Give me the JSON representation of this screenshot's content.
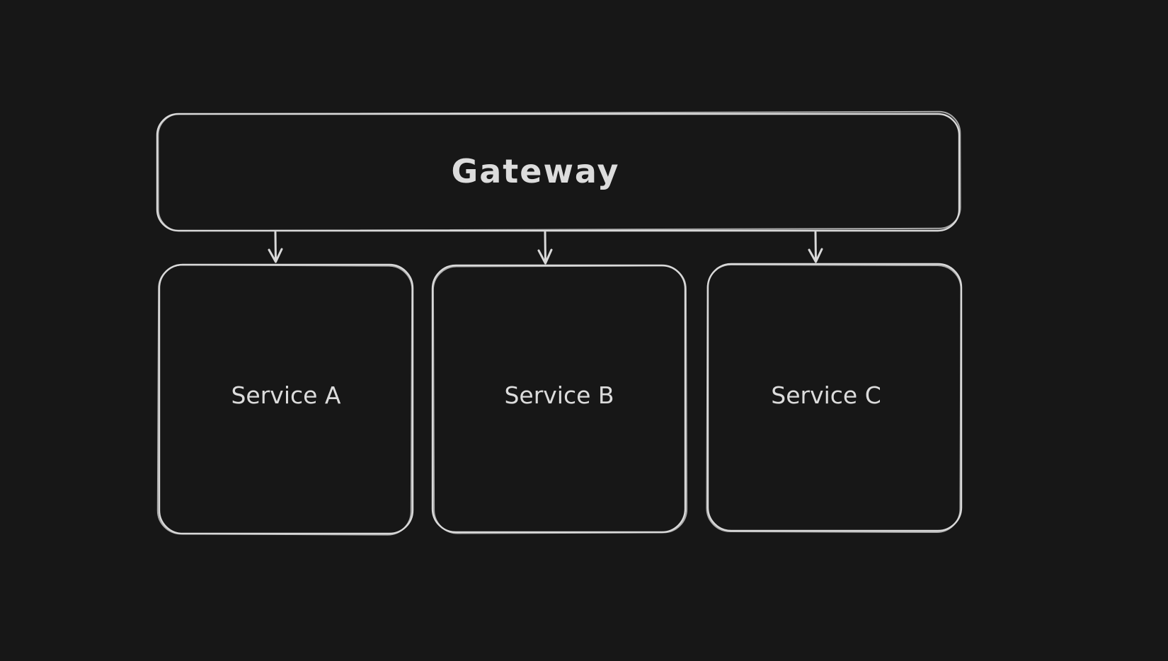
{
  "theme": {
    "background": "#171717",
    "stroke": "#d9d9d9",
    "text": "#dcdcdc"
  },
  "diagram": {
    "type": "flowchart",
    "style": "hand-drawn",
    "nodes": [
      {
        "id": "gateway",
        "label": "Gateway",
        "shape": "rounded-rectangle",
        "row": "top"
      },
      {
        "id": "service-a",
        "label": "Service A",
        "shape": "rounded-rectangle",
        "row": "bottom"
      },
      {
        "id": "service-b",
        "label": "Service B",
        "shape": "rounded-rectangle",
        "row": "bottom"
      },
      {
        "id": "service-c",
        "label": "Service C",
        "shape": "rounded-rectangle",
        "row": "bottom"
      }
    ],
    "edges": [
      {
        "from": "Gateway",
        "to": "Service A",
        "type": "arrow",
        "direction": "down"
      },
      {
        "from": "Gateway",
        "to": "Service B",
        "type": "arrow",
        "direction": "down"
      },
      {
        "from": "Gateway",
        "to": "Service C",
        "type": "arrow",
        "direction": "down"
      }
    ]
  }
}
